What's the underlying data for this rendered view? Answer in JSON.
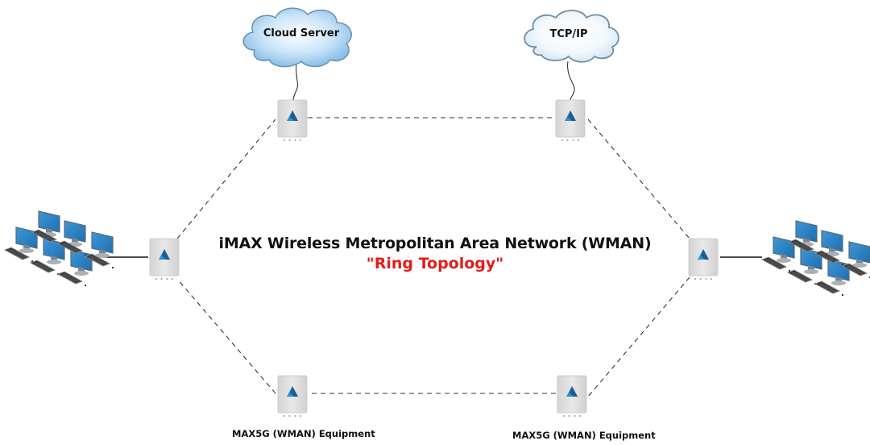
{
  "diagram": {
    "title": "iMAX Wireless Metropolitan Area Network (WMAN)",
    "subtitle": "\"Ring Topology\"",
    "colors": {
      "title": "#111111",
      "subtitle": "#e61b1b",
      "cloud_fill": "#a9d3f2",
      "cloud_stroke": "#6e8fa8",
      "device_body": "#dcdcdc",
      "logo": "#2a8fd0",
      "monitor": "#2f86c8"
    },
    "clouds": [
      {
        "id": "cloud-server",
        "label": "Cloud Server"
      },
      {
        "id": "tcp-ip",
        "label": "TCP/IP"
      }
    ],
    "nodes": [
      {
        "id": "top-left",
        "type": "MAX5G device"
      },
      {
        "id": "top-right",
        "type": "MAX5G device"
      },
      {
        "id": "mid-left",
        "type": "MAX5G device"
      },
      {
        "id": "mid-right",
        "type": "MAX5G device"
      },
      {
        "id": "bottom-left",
        "type": "MAX5G device",
        "label": "MAX5G (WMAN) Equipment"
      },
      {
        "id": "bottom-right",
        "type": "MAX5G device",
        "label": "MAX5G (WMAN) Equipment"
      }
    ],
    "workstation_clusters": [
      {
        "id": "left-workstations",
        "monitors": 6,
        "keyboards": 3
      },
      {
        "id": "right-workstations",
        "monitors": 6,
        "keyboards": 3
      }
    ],
    "links": [
      {
        "from": "top-left",
        "to": "top-right",
        "style": "dashed"
      },
      {
        "from": "top-right",
        "to": "mid-right",
        "style": "dashed"
      },
      {
        "from": "mid-right",
        "to": "bottom-right",
        "style": "dashed"
      },
      {
        "from": "bottom-right",
        "to": "bottom-left",
        "style": "dashed"
      },
      {
        "from": "bottom-left",
        "to": "mid-left",
        "style": "dashed"
      },
      {
        "from": "mid-left",
        "to": "top-left",
        "style": "dashed"
      },
      {
        "from": "cloud-server",
        "to": "top-left",
        "style": "cable"
      },
      {
        "from": "tcp-ip",
        "to": "top-right",
        "style": "cable"
      },
      {
        "from": "mid-left",
        "to": "left-workstations",
        "style": "solid"
      },
      {
        "from": "mid-right",
        "to": "right-workstations",
        "style": "solid"
      }
    ]
  }
}
